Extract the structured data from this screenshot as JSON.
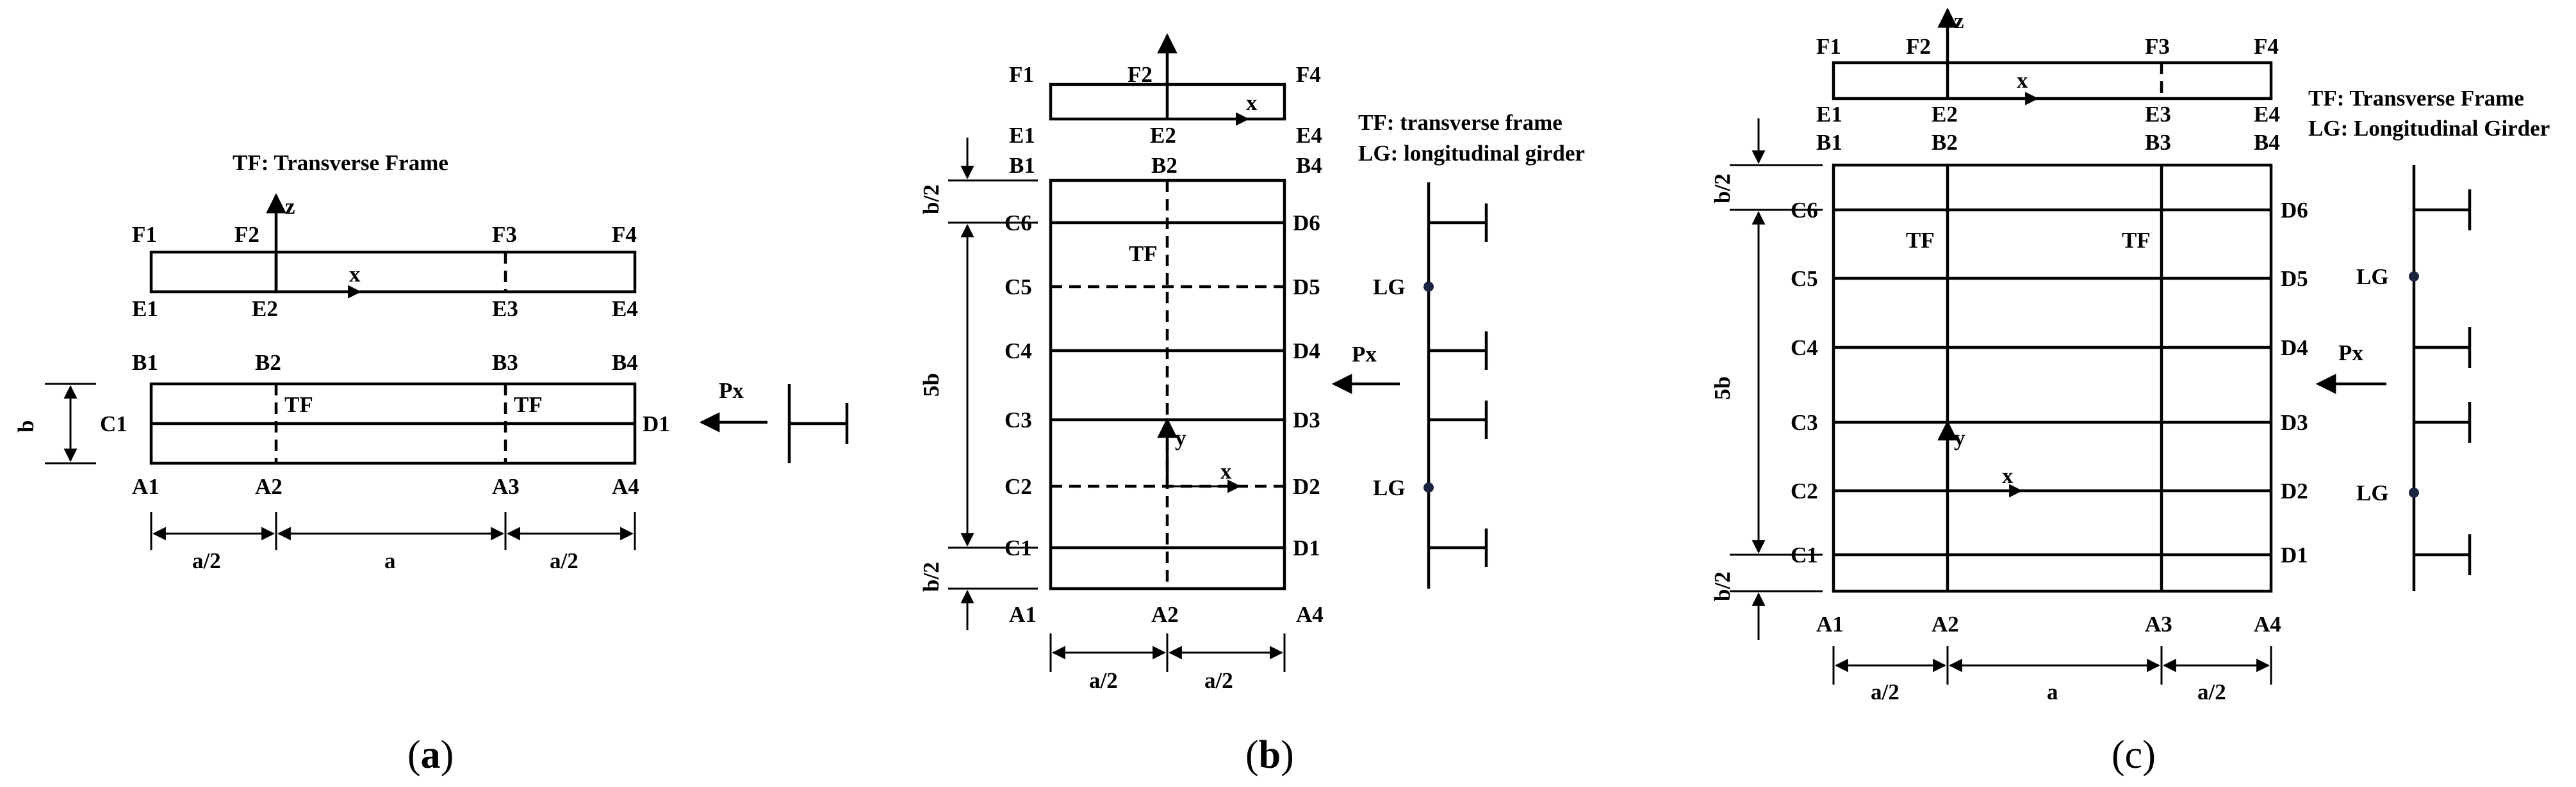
{
  "panel_a": {
    "caption_open": "(",
    "caption_letter": "a",
    "caption_close": ")",
    "legend": "TF: Transverse Frame",
    "labels": {
      "F1": "F1",
      "F2": "F2",
      "F3": "F3",
      "F4": "F4",
      "E1": "E1",
      "E2": "E2",
      "E3": "E3",
      "E4": "E4",
      "B1": "B1",
      "B2": "B2",
      "B3": "B3",
      "B4": "B4",
      "A1": "A1",
      "A2": "A2",
      "A3": "A3",
      "A4": "A4",
      "C1": "C1",
      "D1": "D1",
      "z": "z",
      "x": "x",
      "TF": "TF",
      "b": "b",
      "Px": "Px",
      "half_a": "a/2",
      "a": "a"
    }
  },
  "panel_b": {
    "caption_open": "(",
    "caption_letter": "b",
    "caption_close": ")",
    "legend_tf": "TF: transverse frame",
    "legend_lg": "LG: longitudinal girder",
    "labels": {
      "F1": "F1",
      "F2": "F2",
      "F4": "F4",
      "E1": "E1",
      "E2": "E2",
      "E4": "E4",
      "B1": "B1",
      "B2": "B2",
      "B4": "B4",
      "C1": "C1",
      "C2": "C2",
      "C3": "C3",
      "C4": "C4",
      "C5": "C5",
      "C6": "C6",
      "D1": "D1",
      "D2": "D2",
      "D3": "D3",
      "D4": "D4",
      "D5": "D5",
      "D6": "D6",
      "A1": "A1",
      "A2": "A2",
      "A4": "A4",
      "x": "x",
      "y": "y",
      "TF": "TF",
      "LG": "LG",
      "Px": "Px",
      "half_b": "b/2",
      "five_b": "5b",
      "half_a": "a/2"
    }
  },
  "panel_c": {
    "caption_open": "(",
    "caption_letter": "c",
    "caption_close": ")",
    "legend_tf": "TF: Transverse Frame",
    "legend_lg": "LG: Longitudinal Girder",
    "labels": {
      "F1": "F1",
      "F2": "F2",
      "F3": "F3",
      "F4": "F4",
      "E1": "E1",
      "E2": "E2",
      "E3": "E3",
      "E4": "E4",
      "B1": "B1",
      "B2": "B2",
      "B3": "B3",
      "B4": "B4",
      "C1": "C1",
      "C2": "C2",
      "C3": "C3",
      "C4": "C4",
      "C5": "C5",
      "C6": "C6",
      "D1": "D1",
      "D2": "D2",
      "D3": "D3",
      "D4": "D4",
      "D5": "D5",
      "D6": "D6",
      "A1": "A1",
      "A2": "A2",
      "A3": "A3",
      "A4": "A4",
      "x": "x",
      "y": "y",
      "z": "z",
      "TF": "TF",
      "LG": "LG",
      "Px": "Px",
      "half_b": "b/2",
      "five_b": "5b",
      "half_a": "a/2",
      "a": "a"
    }
  }
}
